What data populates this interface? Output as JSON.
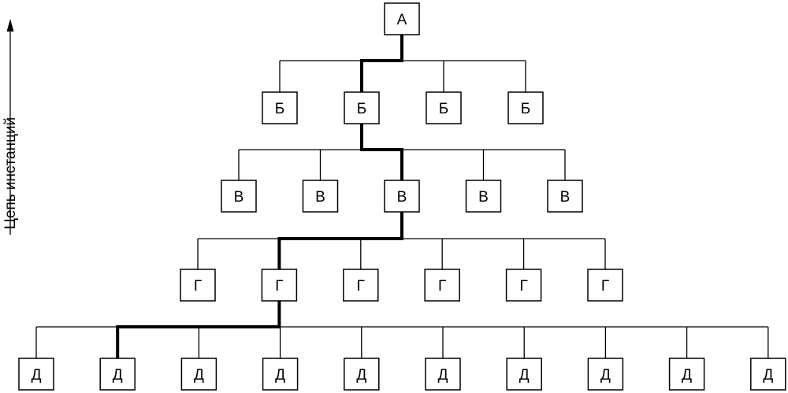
{
  "axis_label": "Цепь инстанций",
  "levels": [
    {
      "label": "А",
      "count": 1
    },
    {
      "label": "Б",
      "count": 4
    },
    {
      "label": "В",
      "count": 5
    },
    {
      "label": "Г",
      "count": 6
    },
    {
      "label": "Д",
      "count": 10
    }
  ],
  "highlighted_chain": [
    0,
    1,
    2,
    1,
    1
  ]
}
